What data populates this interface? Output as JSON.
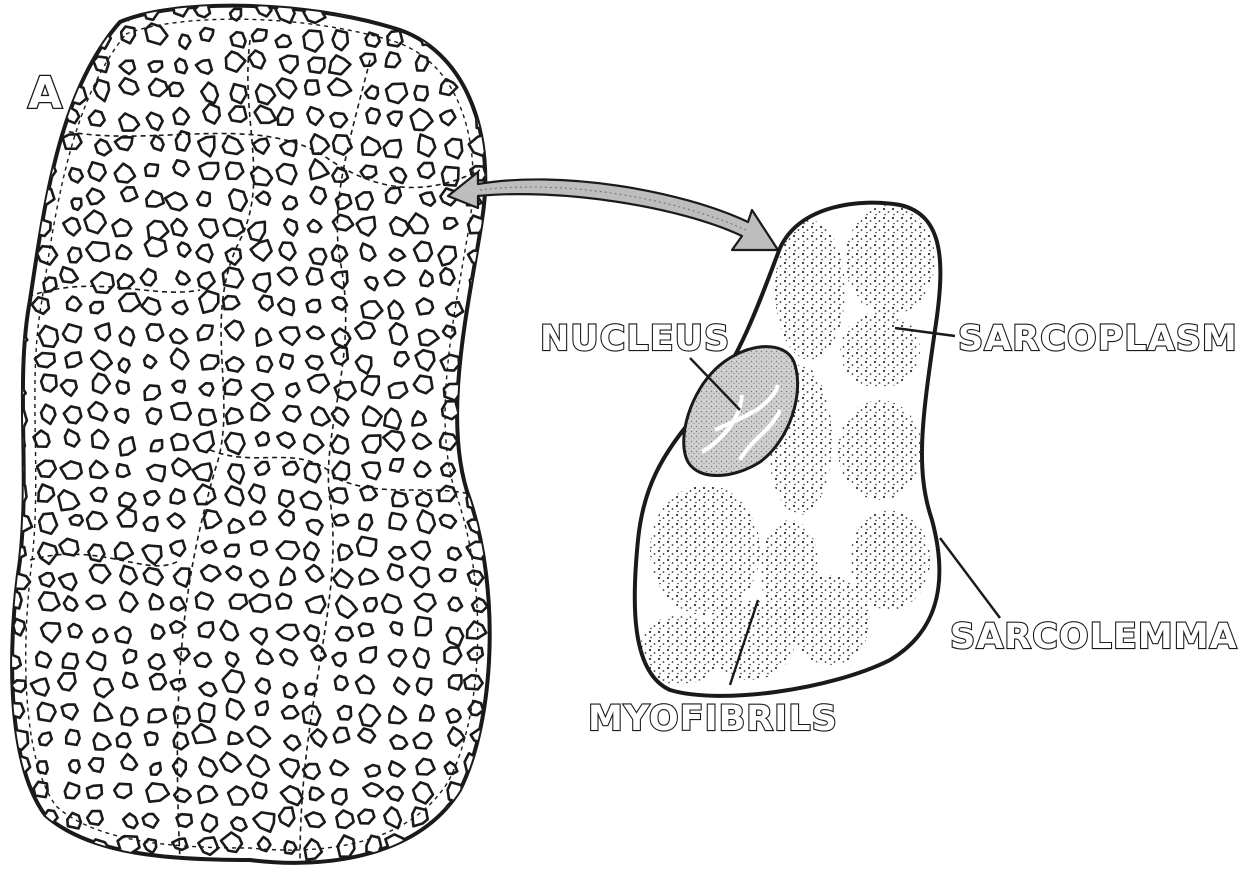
{
  "figure": {
    "panel_letter": "A",
    "labels": {
      "nucleus": "NUCLEUS",
      "sarcoplasm": "SARCOPLASM",
      "sarcolemma": "SARCOLEMMA",
      "myofibrils": "MYOFIBRILS"
    }
  },
  "colors": {
    "ink": "#1a1a1a",
    "stipple": "#333333",
    "arrow_fill": "#bdbdbd",
    "nucleus_fill": "#c8c8c8",
    "background": "#ffffff"
  }
}
